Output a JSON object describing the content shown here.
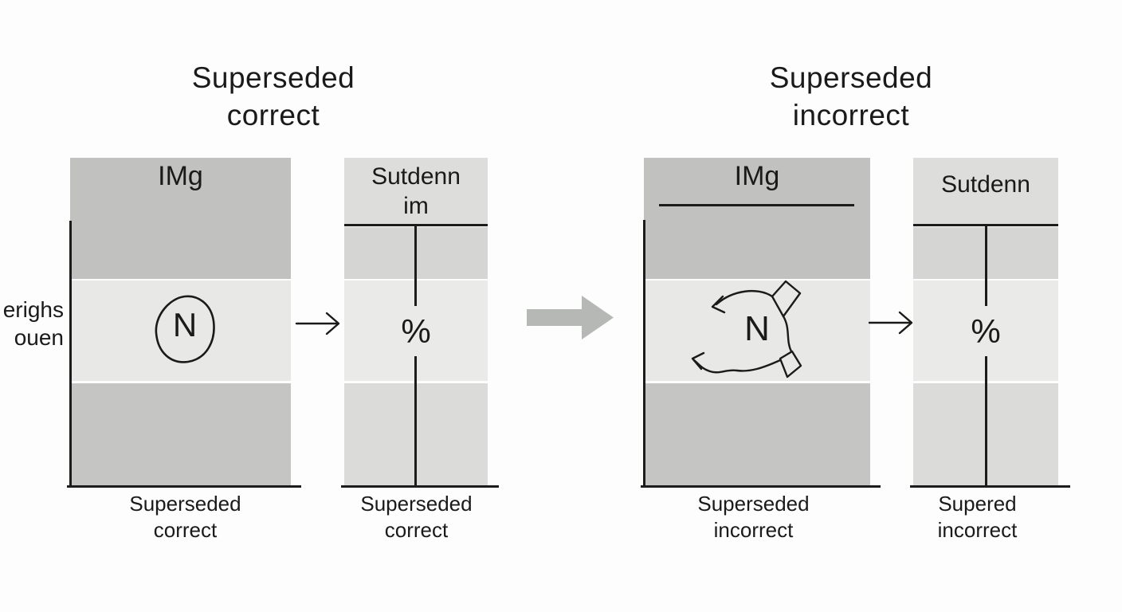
{
  "figure": {
    "background": "#fdfdfd",
    "ink_color": "#1a1a1a",
    "colors": {
      "band_dark": "#c1c1bf",
      "band_light": "#e8e8e6",
      "band_header_right_col": "#dddddb",
      "band_upper_right_col": "#d5d5d3",
      "band_lower_right_col": "#dbdbd9",
      "block_arrow": "#b6b8b6"
    },
    "icons": {
      "thin_arrow": "arrow-right-icon",
      "block_arrow": "block-arrow-right-icon",
      "circle_annotation": "hand-drawn-circle-icon",
      "scribble_annotation": "hand-drawn-scribble-arrows-icon"
    }
  },
  "left_panel": {
    "title": {
      "line1": "Superseded",
      "line2": "correct"
    },
    "y_axis_label": {
      "line1": "erighs",
      "line2": "ouen"
    },
    "img_column": {
      "header": "IMg",
      "symbol": "N",
      "caption": {
        "line1": "Superseded",
        "line2": "correct"
      }
    },
    "student_column": {
      "header": {
        "line1": "Sutdenn",
        "line2": "im"
      },
      "symbol": "%",
      "caption": {
        "line1": "Superseded",
        "line2": "correct"
      }
    }
  },
  "right_panel": {
    "title": {
      "line1": "Superseded",
      "line2": "incorrect"
    },
    "img_column": {
      "header": "IMg",
      "symbol": "N",
      "caption": {
        "line1": "Superseded",
        "line2": "incorrect"
      }
    },
    "student_column": {
      "header": "Sutdenn",
      "symbol": "%",
      "caption": {
        "line1": "Supered",
        "line2": "incorrect"
      }
    }
  }
}
